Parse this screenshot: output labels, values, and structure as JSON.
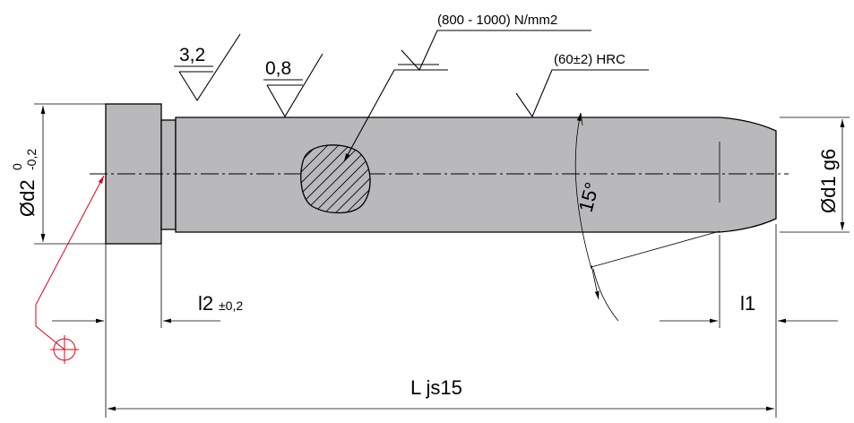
{
  "labels": {
    "roughness_head": "3,2",
    "roughness_shaft": "0,8",
    "strength": "(800 - 1000) N/mm2",
    "hardness": "(60±2) HRC",
    "angle": "15°",
    "d2_main": "Ød2",
    "d2_upper_tol": "0",
    "d2_lower_tol": "-0,2",
    "d1": "Ød1 g6",
    "l2_main": "l2",
    "l2_tol": "±0,2",
    "l1": "l1",
    "length": "L js15"
  },
  "colors": {
    "part_fill": "#b9b9bc",
    "reference_marker": "#e1001a"
  }
}
